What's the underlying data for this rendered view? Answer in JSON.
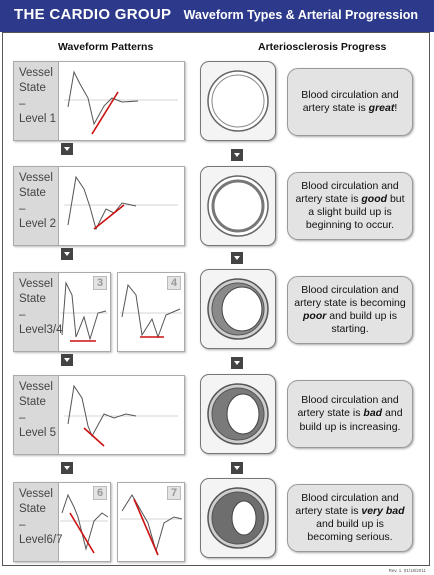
{
  "header": {
    "brand": "THE CARDIO GROUP",
    "title": "Waveform Types & Arterial Progression"
  },
  "columns": {
    "left": "Waveform Patterns",
    "right": "Arteriosclerosis Progress"
  },
  "rows": [
    {
      "label_lines": [
        "Vessel",
        "State",
        "–",
        "Level 1"
      ],
      "badges": [],
      "desc": {
        "pre": "Blood circulation and artery state is ",
        "em": "great",
        "post": "!"
      }
    },
    {
      "label_lines": [
        "Vessel",
        "State",
        "–",
        "Level 2"
      ],
      "badges": [],
      "desc": {
        "pre": "Blood circulation and artery state is ",
        "em": "good",
        "post": " but a slight build up is beginning to occur."
      }
    },
    {
      "label_lines": [
        "Vessel",
        "State",
        "–",
        "Level3/4"
      ],
      "badges": [
        "3",
        "4"
      ],
      "desc": {
        "pre": "Blood circulation and artery state is becoming ",
        "em": "poor",
        "post": " and build up is starting."
      }
    },
    {
      "label_lines": [
        "Vessel",
        "State",
        "–",
        "Level 5"
      ],
      "badges": [],
      "desc": {
        "pre": "Blood circulation and artery state is ",
        "em": "bad",
        "post": " and build up is increasing."
      }
    },
    {
      "label_lines": [
        "Vessel",
        "State",
        "–",
        "Level6/7"
      ],
      "badges": [
        "6",
        "7"
      ],
      "desc": {
        "pre": "Blood circulation and artery state is ",
        "em": "very bad",
        "post": " and build up is becoming serious."
      }
    }
  ],
  "footer": {
    "revision": "Rev. 1. 01/18/2011"
  },
  "colors": {
    "header_bg": "#2d3a8c",
    "slope_line": "#cc1111",
    "artery_wall": "#555555",
    "plaque": "#7a7a7a"
  }
}
